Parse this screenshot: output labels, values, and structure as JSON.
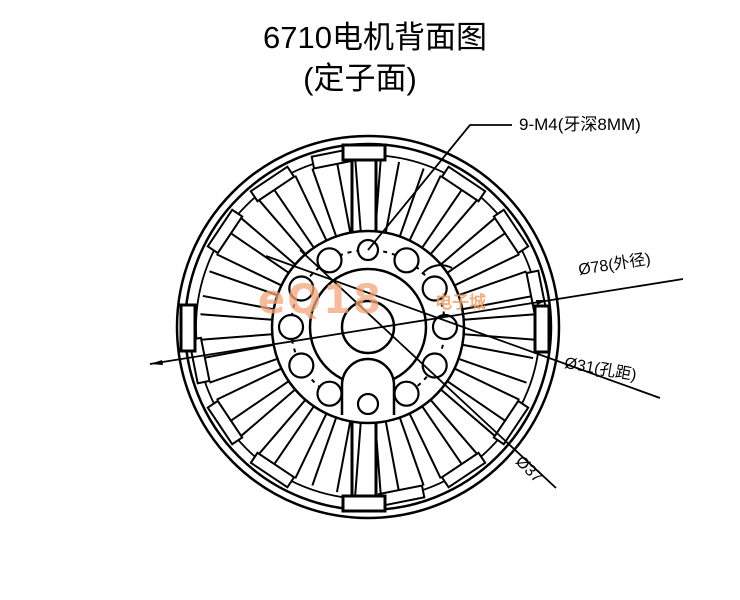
{
  "drawing": {
    "title": "6710电机背面图",
    "subtitle": "(定子面)",
    "annotations": {
      "mounting_holes": "9-M4(牙深8MM)",
      "outer_diameter": "Ø78(外径)",
      "hole_pitch": "Ø31(孔距)",
      "inner_diameter": "Ø37"
    },
    "watermark": {
      "text": "eQ18",
      "sub": "电子城",
      "color": "#f2a57a"
    },
    "line_color": "#000000",
    "background": "#ffffff"
  }
}
